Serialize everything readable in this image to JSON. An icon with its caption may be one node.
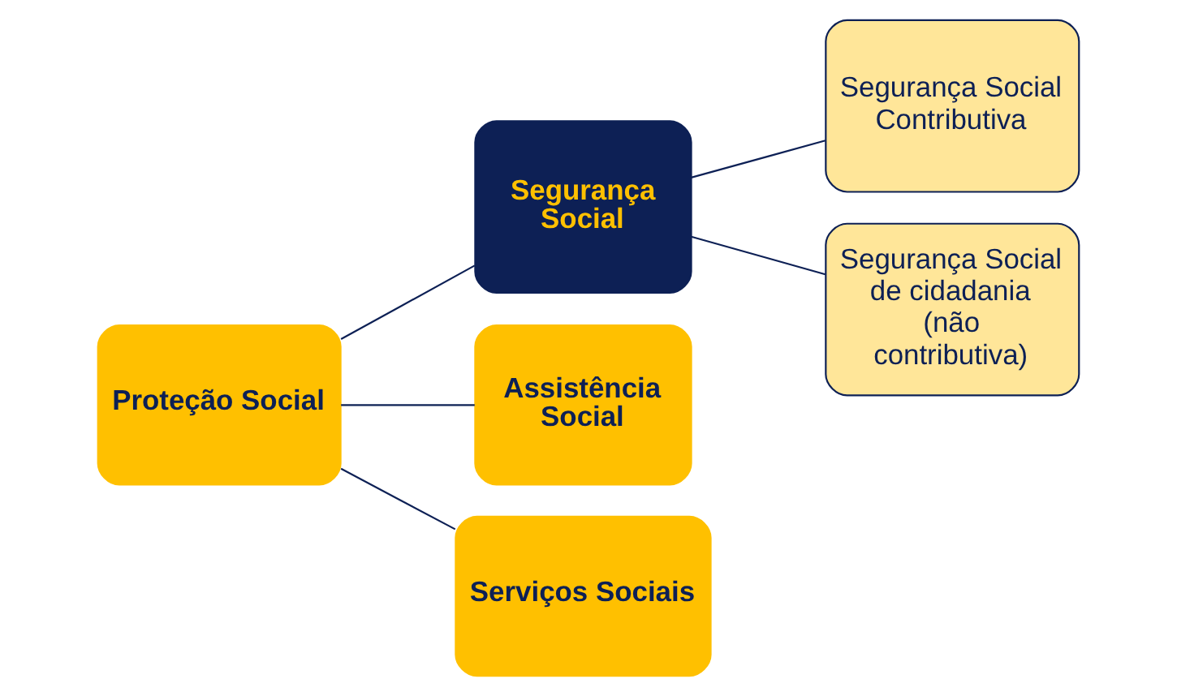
{
  "diagram": {
    "nodes": [
      {
        "text": [
          "Proteção Social"
        ]
      },
      {
        "text": [
          "Segurança Social"
        ]
      },
      {
        "text": [
          "Assistência Social"
        ]
      },
      {
        "text": [
          "Serviços Sociais"
        ]
      },
      {
        "text": [
          "Segurança Social Contributiva"
        ]
      },
      {
        "text": [
          "Segurança Social de cidadania (não contributiva)"
        ]
      }
    ],
    "edges": [
      {
        "from": 0,
        "to": 1,
        "arrow": "none"
      },
      {
        "from": 0,
        "to": 2,
        "arrow": "none"
      },
      {
        "from": 0,
        "to": 3,
        "arrow": "none"
      },
      {
        "from": 1,
        "to": 4,
        "arrow": "none"
      },
      {
        "from": 1,
        "to": 5,
        "arrow": "none"
      }
    ]
  }
}
